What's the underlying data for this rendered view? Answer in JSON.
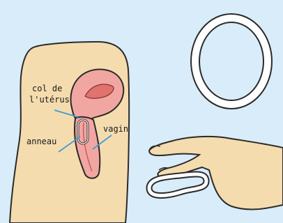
{
  "labels": {
    "cervix_line1": "col de",
    "cervix_line2": "l'utérus",
    "ring": "anneau",
    "vagina": "vagin"
  },
  "icons": {
    "body_cross_section": "pelvis-illustration",
    "ring_large": "vaginal-ring-icon",
    "hand": "hand-icon",
    "ring_in_hand": "squeezed-ring-icon"
  },
  "colors": {
    "background": "#d9ecf9",
    "skin": "#f5dcae",
    "uterus": "#f2a6a2",
    "uterus_inner": "#e0736e",
    "pointer_line": "#3f9bd6",
    "outline": "#2a2a2a"
  }
}
